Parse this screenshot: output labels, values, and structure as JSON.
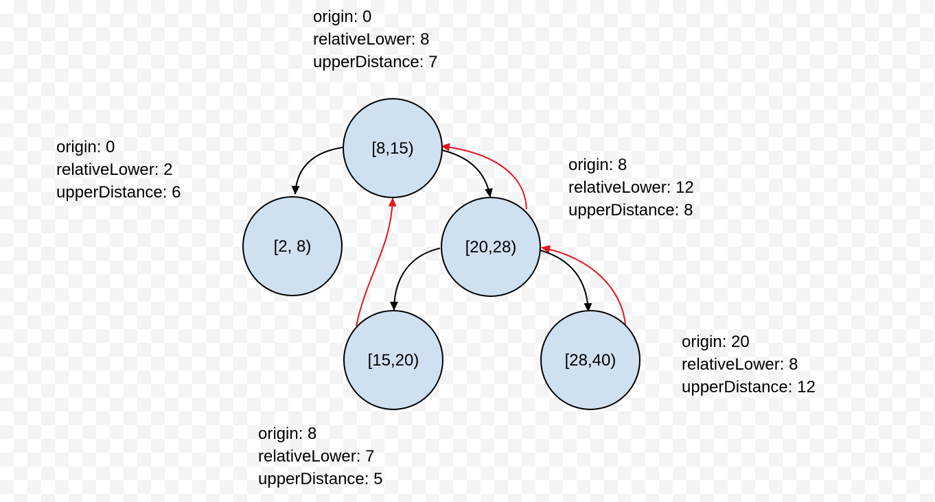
{
  "colors": {
    "node_fill": "#cfe0f1",
    "node_stroke": "#000000",
    "edge_child": "#000000",
    "edge_parent": "#e8141e"
  },
  "nodes": [
    {
      "id": "n815",
      "label": "[8,15)",
      "origin": "origin: 0",
      "relative_lower": "relativeLower: 8",
      "upper_distance": "upperDistance: 7"
    },
    {
      "id": "n28",
      "label": "[2, 8)",
      "origin": "origin: 0",
      "relative_lower": "relativeLower: 2",
      "upper_distance": "upperDistance: 6"
    },
    {
      "id": "n2028",
      "label": "[20,28)",
      "origin": "origin: 8",
      "relative_lower": "relativeLower: 12",
      "upper_distance": "upperDistance: 8"
    },
    {
      "id": "n1520",
      "label": "[15,20)",
      "origin": "origin: 8",
      "relative_lower": "relativeLower: 7",
      "upper_distance": "upperDistance: 5"
    },
    {
      "id": "n2840",
      "label": "[28,40)",
      "origin": "origin: 20",
      "relative_lower": "relativeLower: 8",
      "upper_distance": "upperDistance: 12"
    }
  ],
  "edges": [
    {
      "from": "n815",
      "to": "n28",
      "kind": "child"
    },
    {
      "from": "n815",
      "to": "n2028",
      "kind": "child"
    },
    {
      "from": "n2028",
      "to": "n1520",
      "kind": "child"
    },
    {
      "from": "n2028",
      "to": "n2840",
      "kind": "child"
    },
    {
      "from": "n1520",
      "to": "n815",
      "kind": "parent"
    },
    {
      "from": "n2028",
      "to": "n815",
      "kind": "parent"
    },
    {
      "from": "n2840",
      "to": "n2028",
      "kind": "parent"
    }
  ]
}
